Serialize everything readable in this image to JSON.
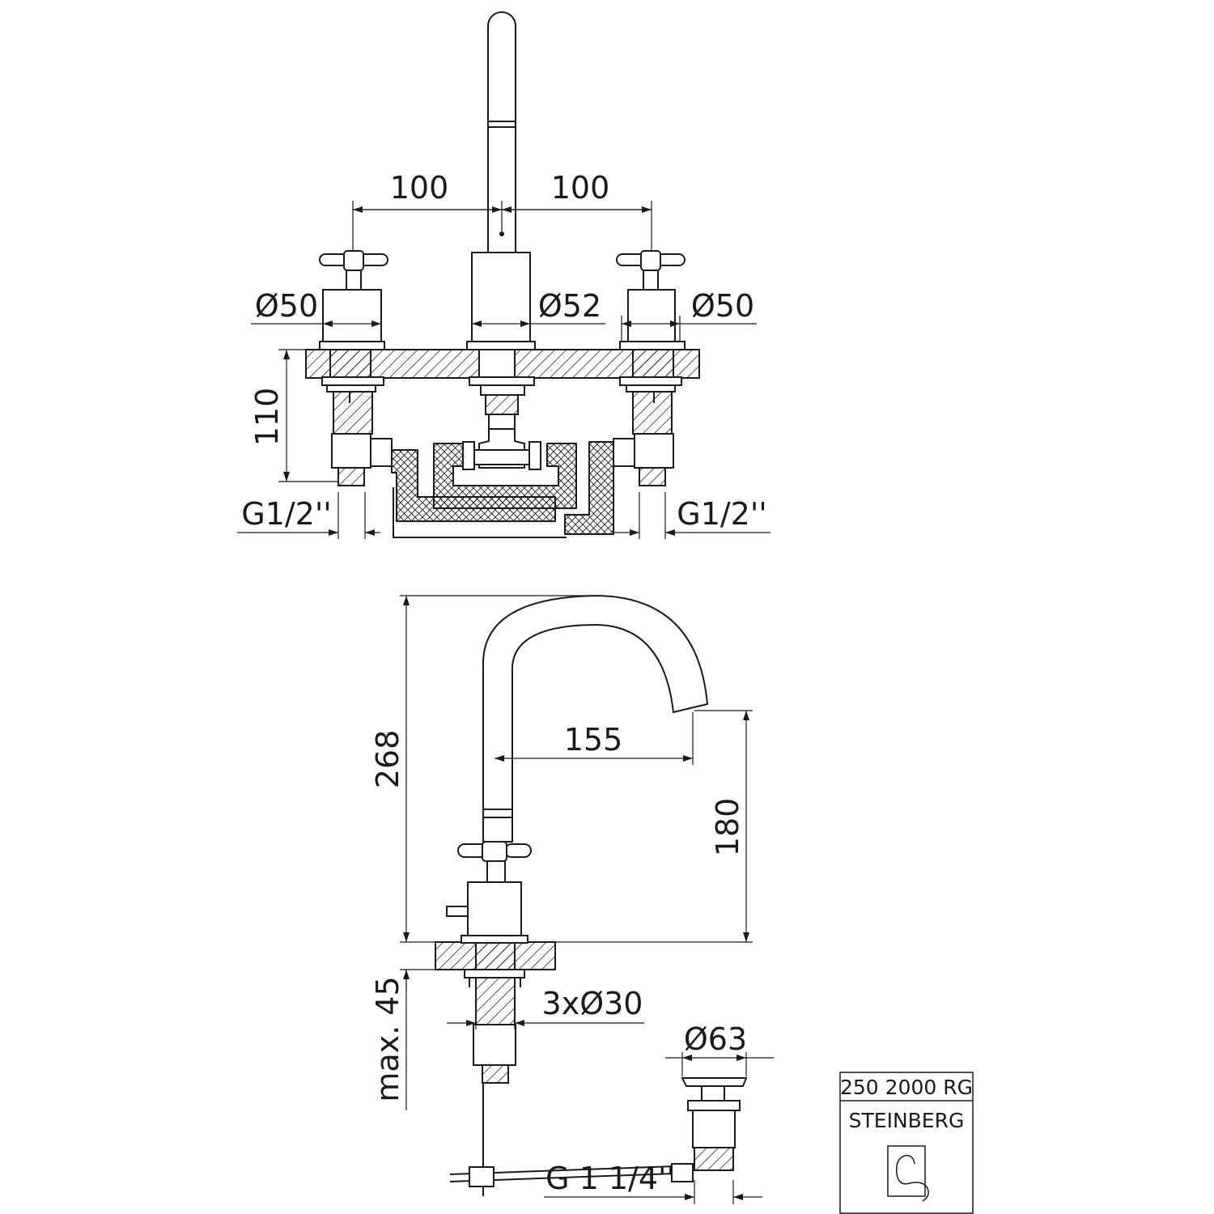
{
  "top_view": {
    "spacing_left": "100",
    "spacing_right": "100",
    "dia_left": "Ø50",
    "dia_center": "Ø52",
    "dia_right": "Ø50",
    "height": "110",
    "thread_left": "G1/2''",
    "thread_right": "G1/2''"
  },
  "side_view": {
    "total_height": "268",
    "reach": "155",
    "outlet_height": "180",
    "max_deck": "max. 45",
    "holes": "3xØ30",
    "waste_dia": "Ø63",
    "waste_thread": "G 1 1/4''"
  },
  "title_block": {
    "code": "250 2000 RG",
    "brand": "STEINBERG"
  }
}
